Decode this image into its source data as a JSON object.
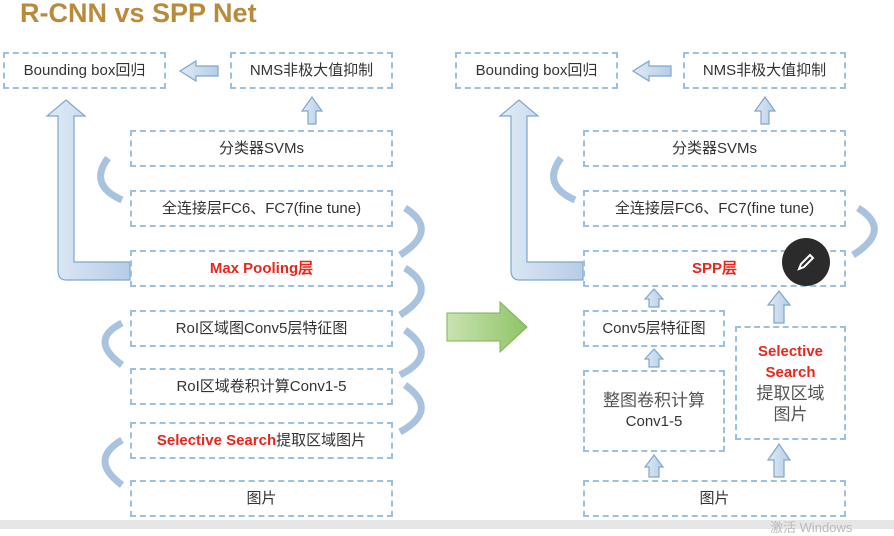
{
  "title": "R-CNN vs SPP Net",
  "rcnn": {
    "bbox": "Bounding box回归",
    "nms": "NMS非极大值抑制",
    "svm": "分类器SVMs",
    "fc": "全连接层FC6、FC7(fine tune)",
    "pool_red": "Max Pooling层",
    "roi_conv5": "RoI区域图Conv5层特征图",
    "roi_conv": "RoI区域卷积计算Conv1-5",
    "ss_red": "Selective Search",
    "ss_rest": "提取区域图片",
    "img": "图片"
  },
  "spp": {
    "bbox": "Bounding box回归",
    "nms": "NMS非极大值抑制",
    "svm": "分类器SVMs",
    "fc": "全连接层FC6、FC7(fine tune)",
    "spp_red": "SPP层",
    "conv5": "Conv5层特征图",
    "whole1": "整图卷积计算",
    "whole2": "Conv1-5",
    "ss_red1": "Selective",
    "ss_red2": "Search",
    "ss_rest1": "提取区域",
    "ss_rest2": "图片",
    "img": "图片"
  },
  "watermark": "激活 Windows"
}
